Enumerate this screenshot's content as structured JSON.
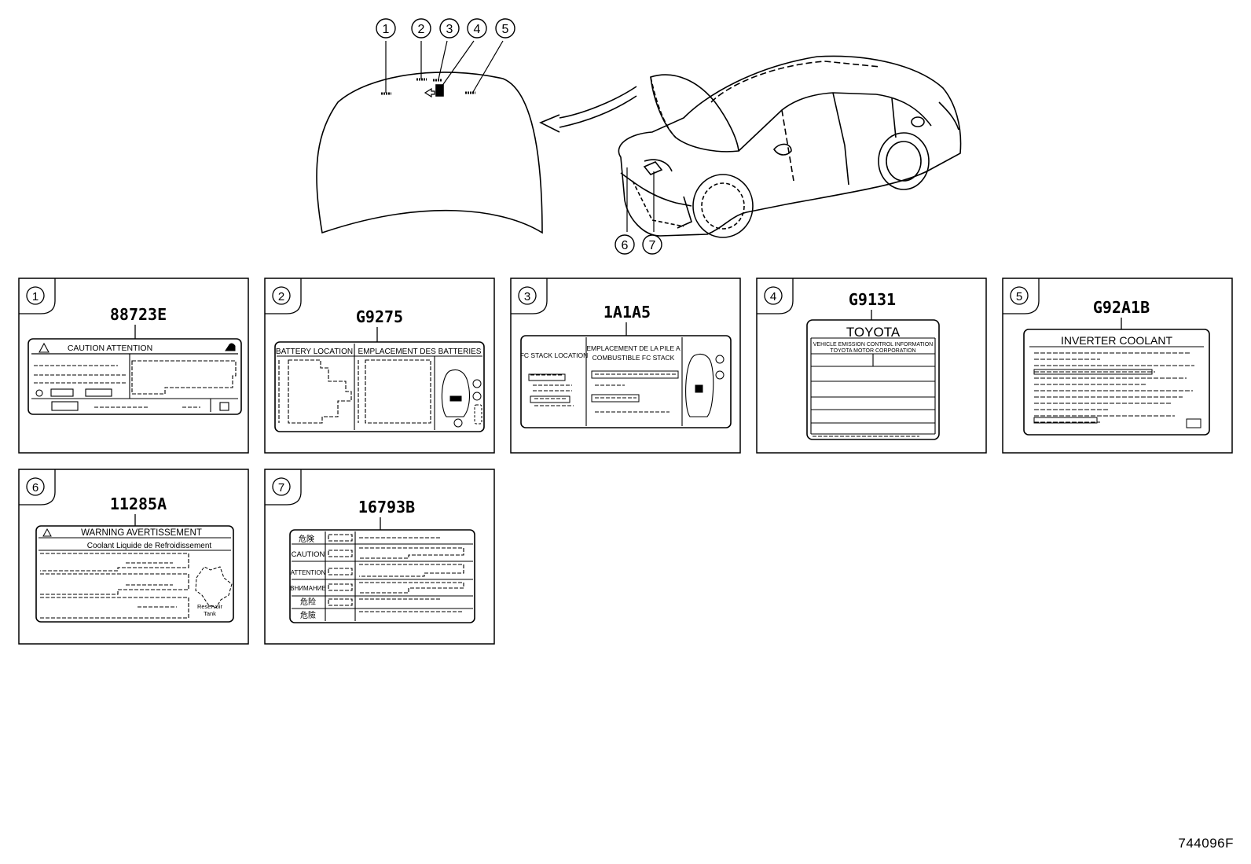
{
  "callouts": [
    "1",
    "2",
    "3",
    "4",
    "5",
    "6",
    "7"
  ],
  "panels": [
    {
      "num": "1",
      "part": "88723E",
      "lines": [
        "CAUTION  ATTENTION"
      ]
    },
    {
      "num": "2",
      "part": "G9275",
      "lines": [
        "BATTERY  LOCATION",
        "EMPLACEMENT DES BATTERIES"
      ]
    },
    {
      "num": "3",
      "part": "1A1A5",
      "lines": [
        "FC STACK LOCATION",
        "EMPLACEMENT DE LA PILE A",
        "COMBUSTIBLE FC STACK"
      ]
    },
    {
      "num": "4",
      "part": "G9131",
      "lines": [
        "TOYOTA",
        "VEHICLE EMISSION CONTROL INFORMATION",
        "TOYOTA MOTOR CORPORATION"
      ]
    },
    {
      "num": "5",
      "part": "G92A1B",
      "lines": [
        "INVERTER COOLANT"
      ]
    },
    {
      "num": "6",
      "part": "11285A",
      "lines": [
        "WARNING  AVERTISSEMENT",
        "Coolant  Liquide de Refroidissement",
        "Reservoir",
        "Tank"
      ]
    },
    {
      "num": "7",
      "part": "16793B",
      "lines": [
        "危険",
        "CAUTION",
        "ATTENTION",
        "ВНИМАНИЕ",
        "危险",
        "危險"
      ]
    }
  ],
  "figure_id": "744096F"
}
